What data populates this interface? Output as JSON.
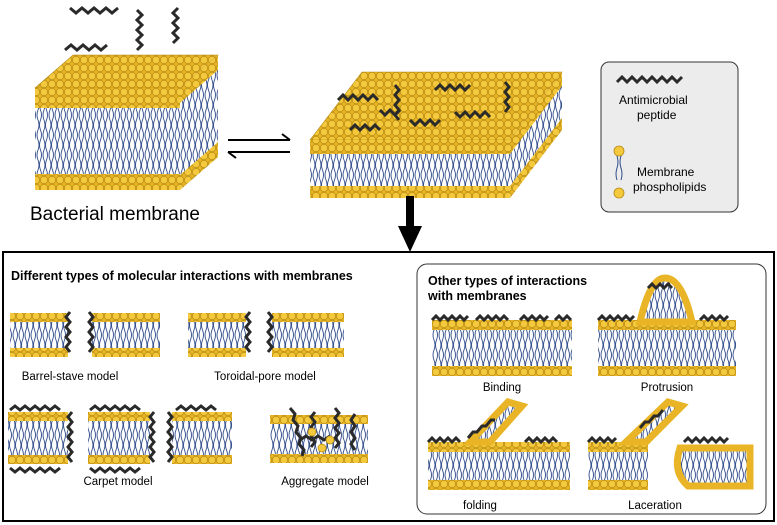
{
  "top": {
    "membrane_label": "Bacterial membrane"
  },
  "legend": {
    "peptide_label_line1": "Antimicrobial",
    "peptide_label_line2": "peptide",
    "lipid_label_line1": "Membrane",
    "lipid_label_line2": "phospholipids"
  },
  "main_panel": {
    "heading": "Different types of molecular interactions with membranes",
    "models": {
      "barrel_stave": "Barrel-stave model",
      "toroidal_pore": "Toroidal-pore model",
      "carpet": "Carpet model",
      "aggregate": "Aggregate model"
    }
  },
  "other_panel": {
    "heading_line1": "Other types of interactions",
    "heading_line2": "with membranes",
    "types": {
      "binding": "Binding",
      "protrusion": "Protrusion",
      "folding": "folding",
      "laceration": "Laceration"
    }
  },
  "colors": {
    "lipid_head": "#f2c033",
    "lipid_head_stroke": "#b58a10",
    "lipid_tail": "#2e4a8a",
    "peptide": "#2a2a2a",
    "box_fill": "#ececec",
    "box_stroke": "#333333"
  }
}
